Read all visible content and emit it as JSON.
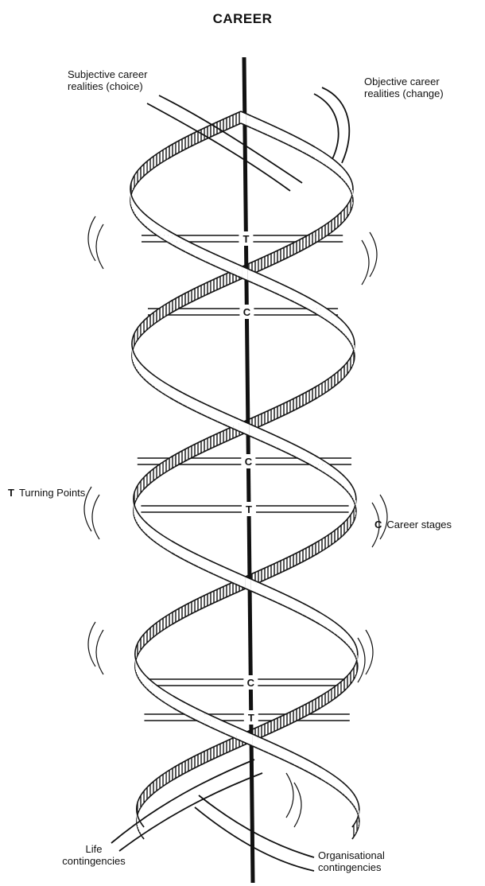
{
  "title": "CAREER",
  "labels": {
    "subjective": "Subjective career\nrealities (choice)",
    "objective": "Objective career\nrealities (change)",
    "turning_symbol": "T",
    "turning_text": "Turning Points",
    "career_symbol": "C",
    "career_text": "Career stages",
    "life": "Life\ncontingencies",
    "organisational": "Organisational\ncontingencies"
  },
  "markers": [
    {
      "kind": "turning-point",
      "text": "T"
    },
    {
      "kind": "career-stage",
      "text": "C"
    },
    {
      "kind": "career-stage",
      "text": "C"
    },
    {
      "kind": "turning-point",
      "text": "T"
    },
    {
      "kind": "career-stage",
      "text": "C"
    },
    {
      "kind": "turning-point",
      "text": "T"
    }
  ]
}
